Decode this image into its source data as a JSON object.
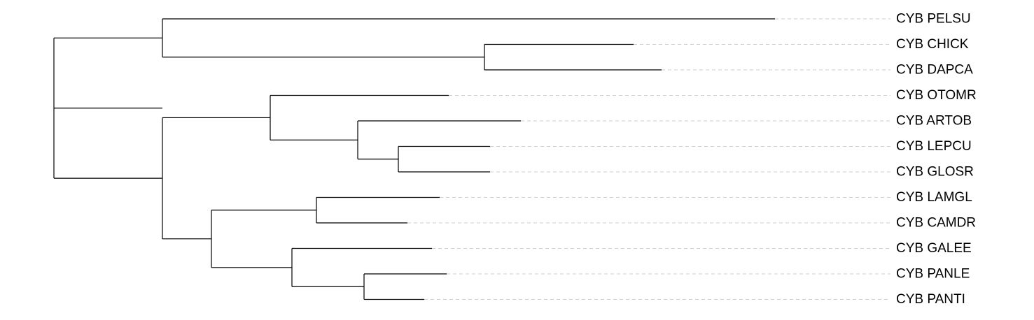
{
  "tree": {
    "children": [
      {
        "length": 155,
        "children": [
          {
            "name": "CYB PELSU",
            "length": 875
          },
          {
            "length": 460,
            "children": [
              {
                "name": "CYB CHICK",
                "length": 213
              },
              {
                "name": "CYB DAPCA",
                "length": 253
              }
            ]
          }
        ]
      },
      {
        "length": 155,
        "children": [
          {
            "length": 154,
            "children": [
              {
                "name": "CYB OTOMR",
                "length": 255
              },
              {
                "length": 125,
                "children": [
                  {
                    "name": "CYB ARTOB",
                    "length": 233
                  },
                  {
                    "length": 58,
                    "children": [
                      {
                        "name": "CYB LEPCU",
                        "length": 131
                      },
                      {
                        "name": "CYB GLOSR",
                        "length": 131
                      }
                    ]
                  }
                ]
              }
            ]
          },
          {
            "length": 70,
            "children": [
              {
                "length": 150,
                "children": [
                  {
                    "name": "CYB LAMGL",
                    "length": 176
                  },
                  {
                    "name": "CYB CAMDR",
                    "length": 130
                  }
                ]
              },
              {
                "length": 115,
                "children": [
                  {
                    "name": "CYB GALEE",
                    "length": 200
                  },
                  {
                    "length": 103,
                    "children": [
                      {
                        "name": "CYB PANLE",
                        "length": 118
                      },
                      {
                        "name": "CYB PANTI",
                        "length": 86
                      }
                    ]
                  }
                ]
              }
            ]
          }
        ]
      }
    ]
  }
}
